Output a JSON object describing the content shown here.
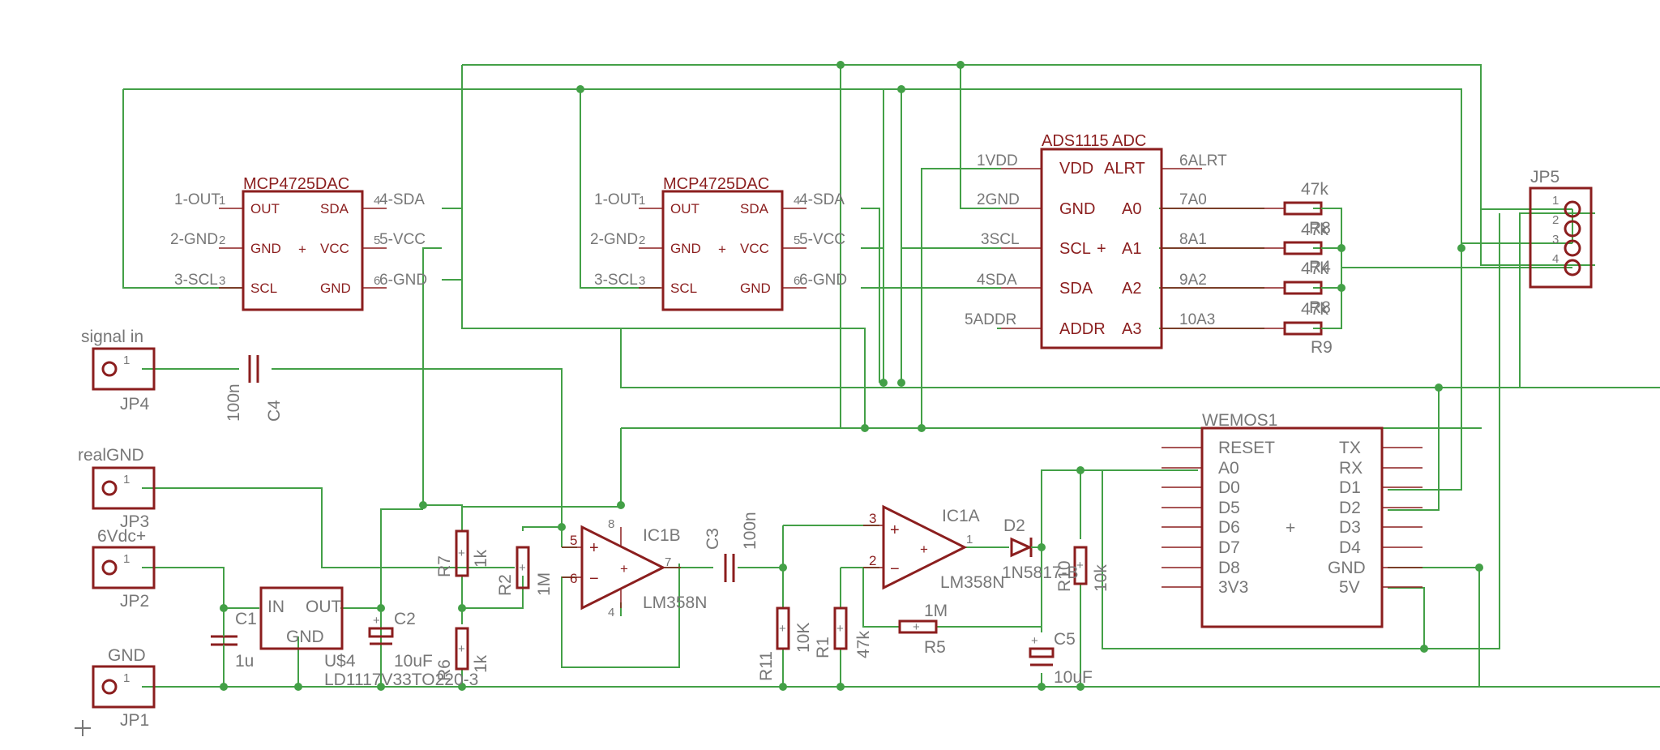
{
  "connectors": {
    "jp4": {
      "label": "signal in",
      "name": "JP4",
      "pin": "1"
    },
    "jp3": {
      "label": "realGND",
      "name": "JP3",
      "pin": "1"
    },
    "jp2": {
      "label": "6Vdc+",
      "name": "JP2",
      "pin": "1"
    },
    "jp1": {
      "label": "GND",
      "name": "JP1",
      "pin": "1"
    },
    "jp5": {
      "name": "JP5",
      "pins": [
        "1",
        "2",
        "3",
        "4"
      ]
    }
  },
  "dac1": {
    "name": "MCP4725DAC",
    "left_pins": [
      "1-OUT",
      "2-GND",
      "3-SCL"
    ],
    "left_nums": [
      "1",
      "2",
      "3"
    ],
    "inner_left": [
      "OUT",
      "GND",
      "SCL"
    ],
    "inner_right": [
      "SDA",
      "VCC",
      "GND"
    ],
    "right_pins": [
      "4-SDA",
      "5-VCC",
      "6-GND"
    ],
    "right_nums": [
      "4",
      "5",
      "6"
    ]
  },
  "dac2": {
    "name": "MCP4725DAC",
    "left_pins": [
      "1-OUT",
      "2-GND",
      "3-SCL"
    ],
    "left_nums": [
      "1",
      "2",
      "3"
    ],
    "inner_left": [
      "OUT",
      "GND",
      "SCL"
    ],
    "inner_right": [
      "SDA",
      "VCC",
      "GND"
    ],
    "right_pins": [
      "4-SDA",
      "5-VCC",
      "6-GND"
    ],
    "right_nums": [
      "4",
      "5",
      "6"
    ]
  },
  "adc": {
    "name": "ADS1115 ADC",
    "left_pins": [
      "1VDD",
      "2GND",
      "3SCL",
      "4SDA",
      "5ADDR"
    ],
    "inner_left": [
      "VDD",
      "GND",
      "SCL",
      "SDA",
      "ADDR"
    ],
    "inner_right": [
      "ALRT",
      "A0",
      "A1",
      "A2",
      "A3"
    ],
    "right_pins": [
      "6ALRT",
      "7A0",
      "8A1",
      "9A2",
      "10A3"
    ]
  },
  "adc_resistors": {
    "values": [
      "47k",
      "47k",
      "47k",
      "47k"
    ],
    "names": [
      "R8",
      "R4",
      "R8",
      "R9"
    ]
  },
  "wemos": {
    "name": "WEMOS1",
    "left": [
      "RESET",
      "A0",
      "D0",
      "D5",
      "D6",
      "D7",
      "D8",
      "3V3"
    ],
    "right": [
      "TX",
      "RX",
      "D1",
      "D2",
      "D3",
      "D4",
      "GND",
      "5V"
    ]
  },
  "opamp_b": {
    "name": "IC1B",
    "value": "LM358N",
    "pins": [
      "5",
      "6",
      "8",
      "4",
      "7"
    ]
  },
  "opamp_a": {
    "name": "IC1A",
    "value": "LM358N",
    "pins": [
      "3",
      "2",
      "1"
    ]
  },
  "regulator": {
    "name": "U$4",
    "value": "LD1117V33TO220-3",
    "in": "IN",
    "out": "OUT",
    "gnd": "GND"
  },
  "parts": {
    "c1": {
      "name": "C1",
      "value": "1u"
    },
    "c2": {
      "name": "C2",
      "value": "10uF"
    },
    "c3": {
      "name": "C3",
      "value": "100n"
    },
    "c4": {
      "name": "C4",
      "value": "100n"
    },
    "c5": {
      "name": "C5",
      "value": "10uF"
    },
    "r7": {
      "name": "R7",
      "value": "1k"
    },
    "r6": {
      "name": "R6",
      "value": "1k"
    },
    "r2": {
      "name": "R2",
      "value": "1M"
    },
    "r11": {
      "name": "R11",
      "value": "10K"
    },
    "r1": {
      "name": "R1",
      "value": "47k"
    },
    "r5": {
      "name": "R5",
      "value": "1M"
    },
    "r10": {
      "name": "R10",
      "value": "10k"
    },
    "d2": {
      "name": "D2",
      "value": "1N5817-B"
    }
  },
  "colors": {
    "wire": "#43a047",
    "part": "#8b1e1e",
    "text": "#777777",
    "background": "#ffffff"
  }
}
